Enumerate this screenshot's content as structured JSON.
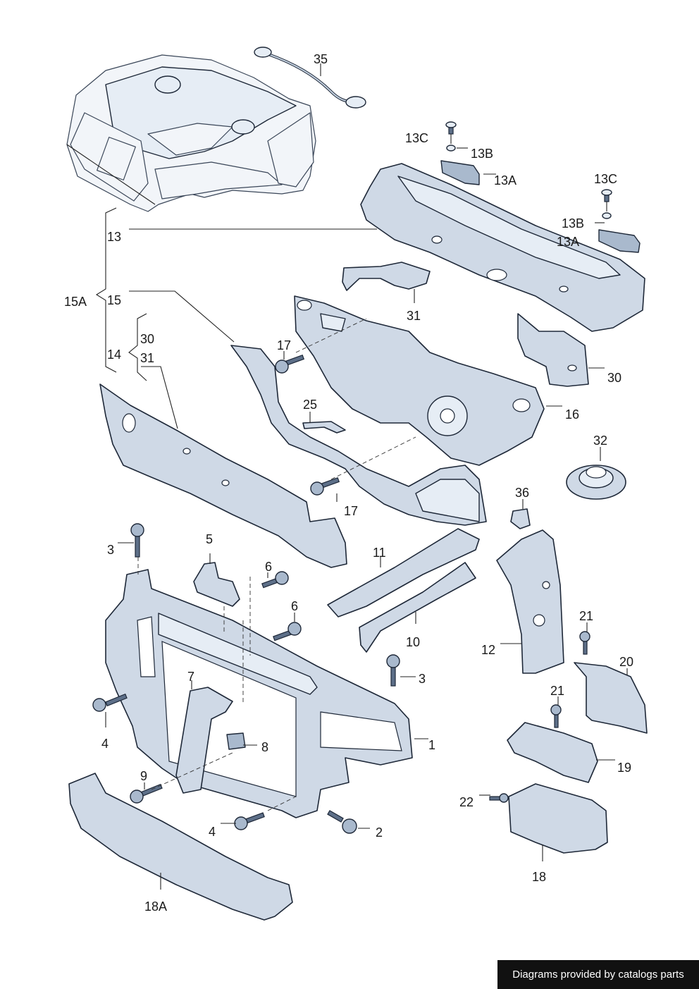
{
  "callouts": {
    "c35": "35",
    "c13C_a": "13C",
    "c13B_a": "13B",
    "c13A_a": "13A",
    "c13C_b": "13C",
    "c13B_b": "13B",
    "c13A_b": "13A",
    "c13": "13",
    "c15A": "15A",
    "c15": "15",
    "c30_left": "30",
    "c14": "14",
    "c31_left": "31",
    "c31": "31",
    "c17_top": "17",
    "c25": "25",
    "c30_right": "30",
    "c16": "16",
    "c32": "32",
    "c17_bottom": "17",
    "c36": "36",
    "c3_top": "3",
    "c5": "5",
    "c6_top": "6",
    "c11": "11",
    "c6_mid": "6",
    "c10": "10",
    "c12": "12",
    "c21_top": "21",
    "c3_mid": "3",
    "c20": "20",
    "c7": "7",
    "c21_bottom": "21",
    "c4_top": "4",
    "c8": "8",
    "c1": "1",
    "c19": "19",
    "c9": "9",
    "c22": "22",
    "c4_bottom": "4",
    "c2": "2",
    "c18": "18",
    "c18A": "18A"
  },
  "footer": {
    "credit": "Diagrams provided by catalogs parts"
  }
}
